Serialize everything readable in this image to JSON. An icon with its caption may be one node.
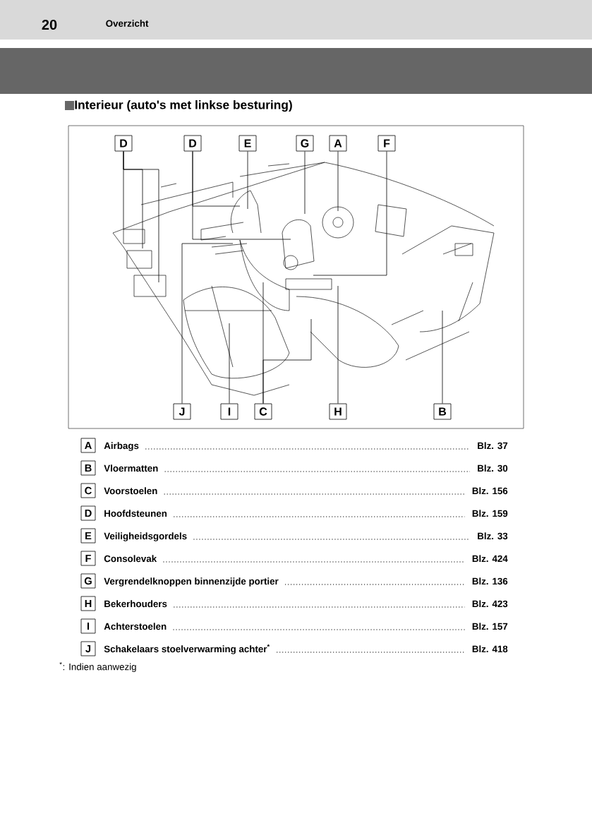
{
  "diagram": {
    "title": "Interieur (auto's met linkse besturing)",
    "nodes": [
      {
        "text": [
          "D"
        ]
      },
      {
        "text": [
          "D"
        ]
      },
      {
        "text": [
          "E"
        ]
      },
      {
        "text": [
          "G"
        ]
      },
      {
        "text": [
          "A"
        ]
      },
      {
        "text": [
          "F"
        ]
      },
      {
        "text": [
          "J"
        ]
      },
      {
        "text": [
          "I"
        ]
      },
      {
        "text": [
          "C"
        ]
      },
      {
        "text": [
          "H"
        ]
      },
      {
        "text": [
          "B"
        ]
      },
      {
        "text": [
          "A"
        ],
        "beside": [
          "Airbags"
        ]
      },
      {
        "text": [
          "B"
        ],
        "beside": [
          "Vloermatten"
        ]
      },
      {
        "text": [
          "C"
        ],
        "beside": [
          "Voorstoelen"
        ]
      },
      {
        "text": [
          "D"
        ],
        "beside": [
          "Hoofdsteunen"
        ]
      },
      {
        "text": [
          "E"
        ],
        "beside": [
          "Veiligheidsgordels"
        ]
      },
      {
        "text": [
          "F"
        ],
        "beside": [
          "Consolevak"
        ]
      },
      {
        "text": [
          "G"
        ],
        "beside": [
          "Vergrendelknoppen binnenzijde portier"
        ]
      },
      {
        "text": [
          "H"
        ],
        "beside": [
          "Bekerhouders"
        ]
      },
      {
        "text": [
          "I"
        ],
        "beside": [
          "Achterstoelen"
        ]
      },
      {
        "text": [
          "J"
        ],
        "beside": [
          "Schakelaars stoelverwarming achter$^{*}$"
        ]
      }
    ],
    "edges": [
      {
        "from": 0,
        "to": null,
        "arrow": "none"
      },
      {
        "from": 0,
        "to": null,
        "arrow": "none"
      },
      {
        "from": 0,
        "to": null,
        "arrow": "none"
      },
      {
        "from": 1,
        "to": null,
        "arrow": "none"
      },
      {
        "from": 1,
        "to": null,
        "arrow": "none"
      },
      {
        "from": 2,
        "to": null,
        "arrow": "none"
      },
      {
        "from": 3,
        "to": null,
        "arrow": "none"
      },
      {
        "from": 4,
        "to": null,
        "arrow": "none"
      },
      {
        "from": 5,
        "to": null,
        "arrow": "none"
      },
      {
        "from": 6,
        "to": null,
        "arrow": "none"
      },
      {
        "from": 7,
        "to": null,
        "arrow": "none"
      },
      {
        "from": 8,
        "to": null,
        "arrow": "none"
      },
      {
        "from": 8,
        "to": null,
        "arrow": "none"
      },
      {
        "from": 9,
        "to": null,
        "arrow": "none"
      },
      {
        "from": 10,
        "to": null,
        "arrow": "none"
      }
    ],
    "labels": [
      "20",
      "Overzicht",
      "Blz. 37",
      "Blz. 30",
      "Blz. 156",
      "Blz. 159",
      "Blz. 33",
      "Blz. 424",
      "Blz. 136",
      "Blz. 423",
      "Blz. 157",
      "Blz. 418",
      "$^{*}$: Indien aanwezig"
    ]
  }
}
